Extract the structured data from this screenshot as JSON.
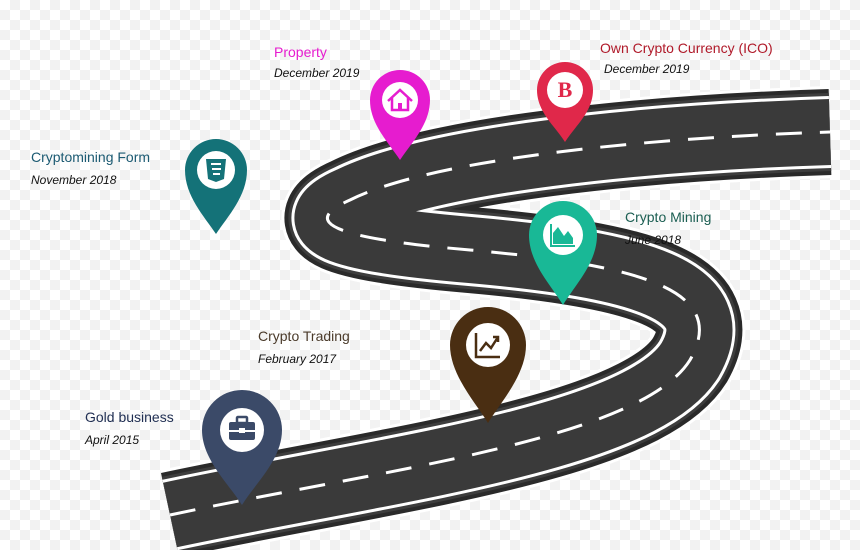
{
  "milestones": [
    {
      "title": "Gold business",
      "date": "April 2015",
      "color": "#3b4a68",
      "title_color": "#1f2e52",
      "icon": "briefcase-icon"
    },
    {
      "title": "Crypto Trading",
      "date": "February 2017",
      "color": "#4a2e12",
      "title_color": "#4a3a2a",
      "icon": "chart-trend-icon"
    },
    {
      "title": "Crypto Mining",
      "date": "June 2018",
      "color": "#19b896",
      "title_color": "#1b5e52",
      "icon": "area-chart-icon"
    },
    {
      "title": "Cryptomining Form",
      "date": "November 2018",
      "color": "#147278",
      "title_color": "#1b5a72",
      "icon": "css3-icon"
    },
    {
      "title": "Property",
      "date": "December 2019",
      "color": "#e61ccf",
      "title_color": "#e61ccf",
      "icon": "home-icon"
    },
    {
      "title": "Own Crypto Currency (ICO)",
      "date": "December 2019",
      "color": "#e0284a",
      "title_color": "#b01a2a",
      "icon": "bitcoin-b-icon"
    }
  ],
  "road_color": "#3d3d3d",
  "icon_glyphs": {
    "bitcoin": "B"
  }
}
